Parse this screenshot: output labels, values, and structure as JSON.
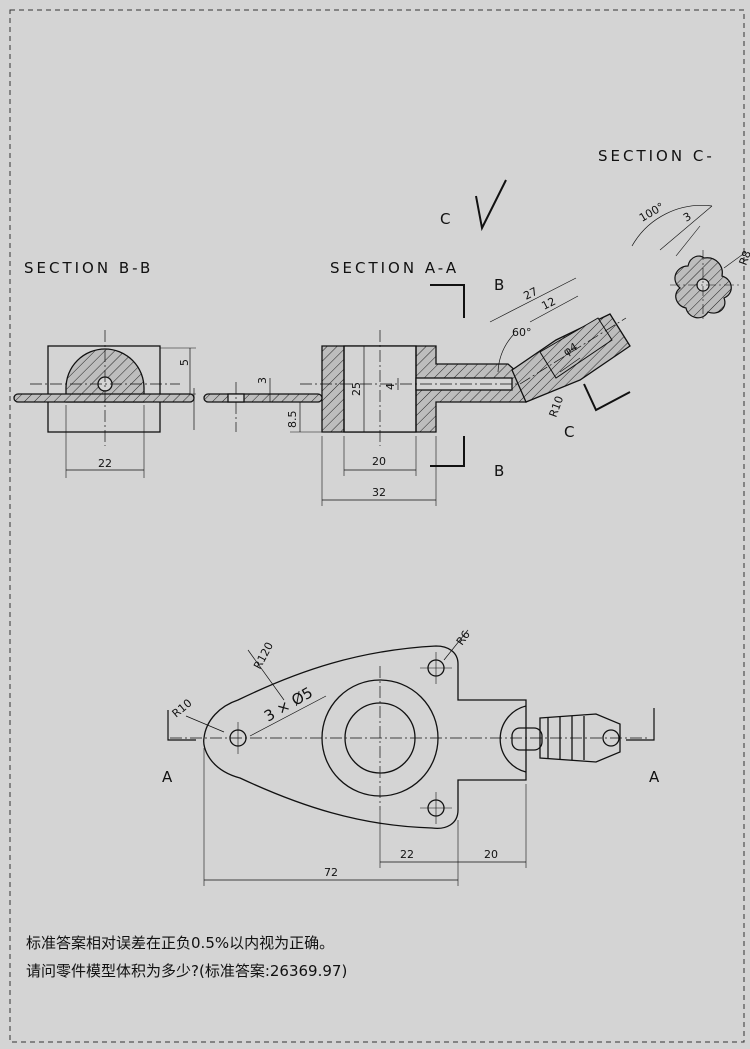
{
  "views": {
    "section_bb": "SECTION B-B",
    "section_aa": "SECTION A-A",
    "section_cc": "SECTION C-"
  },
  "markers": {
    "a": "A",
    "b": "B",
    "c": "C"
  },
  "dims": {
    "d22_bb": "22",
    "d5": "5",
    "d3": "3",
    "d8_5": "8.5",
    "d25": "25",
    "d4": "4",
    "d20": "20",
    "d32": "32",
    "d27": "27",
    "d12": "12",
    "d60": "60°",
    "dphi4": "φ4",
    "dr10_a": "R10",
    "d100": "100°",
    "d3_c": "3",
    "dr8": "R8",
    "dr6": "R6",
    "dr120": "R120",
    "dholes": "3 × Ø5",
    "dr10_b": "R10",
    "d72": "72",
    "d22_plan": "22",
    "d20_plan": "20"
  },
  "note": {
    "line1": "标准答案相对误差在正负0.5%以内视为正确。",
    "line2": "请问零件模型体积为多少?(标准答案:26369.97)"
  }
}
